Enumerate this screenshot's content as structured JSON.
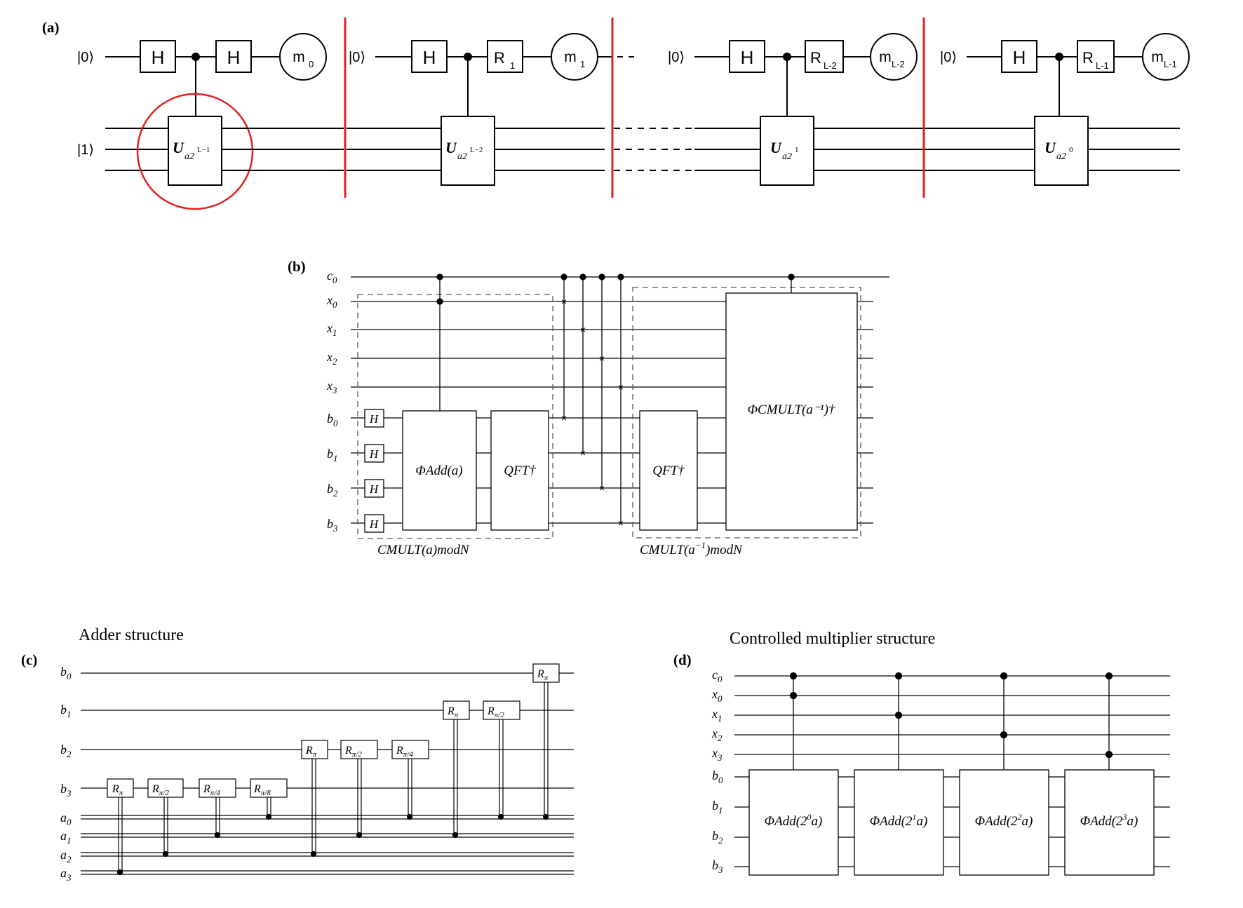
{
  "panel_labels": {
    "a": "(a)",
    "b": "(b)",
    "c": "(c)",
    "d": "(d)"
  },
  "panel_a": {
    "ket0": "|0⟩",
    "ket1": "|1⟩",
    "gate_H": "H",
    "stages": [
      {
        "gate": "H",
        "gate_sub": "",
        "meas": "m",
        "meas_sub": "0",
        "U_exp": "2",
        "U_exp_sup": "L−1"
      },
      {
        "gate": "R",
        "gate_sub": "1",
        "meas": "m",
        "meas_sub": "1",
        "U_exp": "2",
        "U_exp_sup": "L−2"
      },
      {
        "gate": "R",
        "gate_sub": "L-2",
        "meas": "m",
        "meas_sub": "L-2",
        "U_exp": "2",
        "U_exp_sup": "1"
      },
      {
        "gate": "R",
        "gate_sub": "L-1",
        "meas": "m",
        "meas_sub": "L-1",
        "U_exp": "2",
        "U_exp_sup": "0"
      }
    ],
    "U_letter": "U",
    "U_base": "a",
    "colors": {
      "highlight": "#e02020",
      "line": "#000000"
    }
  },
  "panel_b": {
    "wires": [
      "c",
      "x",
      "x",
      "x",
      "x",
      "b",
      "b",
      "b",
      "b"
    ],
    "wire_subs": [
      "0",
      "0",
      "1",
      "2",
      "3",
      "0",
      "1",
      "2",
      "3"
    ],
    "gate_H": "H",
    "phi_add": "ΦAdd(a)",
    "qft_dag_1": "QFT†",
    "qft_dag_2": "QFT†",
    "phi_cmult_inv": "ΦCMULT(a⁻¹)†",
    "box1_label": "CMULT(a)modN",
    "box2_label_pre": "CMULT(a",
    "box2_label_sup": "−1",
    "box2_label_post": ")modN"
  },
  "panel_c": {
    "title": "Adder structure",
    "wires": [
      "b",
      "b",
      "b",
      "b",
      "a",
      "a",
      "a",
      "a"
    ],
    "wire_subs": [
      "0",
      "1",
      "2",
      "3",
      "0",
      "1",
      "2",
      "3"
    ],
    "gate_letter": "R",
    "gates": [
      "π",
      "π/2",
      "π/4",
      "π/8",
      "π",
      "π/2",
      "π/4",
      "π",
      "π/2",
      "π"
    ]
  },
  "panel_d": {
    "title": "Controlled multiplier structure",
    "wires": [
      "c",
      "x",
      "x",
      "x",
      "x",
      "b",
      "b",
      "b",
      "b"
    ],
    "wire_subs": [
      "0",
      "0",
      "1",
      "2",
      "3",
      "0",
      "1",
      "2",
      "3"
    ],
    "blocks": [
      {
        "pre": "ΦAdd(2",
        "sup": "0",
        "post": "a)"
      },
      {
        "pre": "ΦAdd(2",
        "sup": "1",
        "post": "a)"
      },
      {
        "pre": "ΦAdd(2",
        "sup": "2",
        "post": "a)"
      },
      {
        "pre": "ΦAdd(2",
        "sup": "3",
        "post": "a)"
      }
    ]
  }
}
